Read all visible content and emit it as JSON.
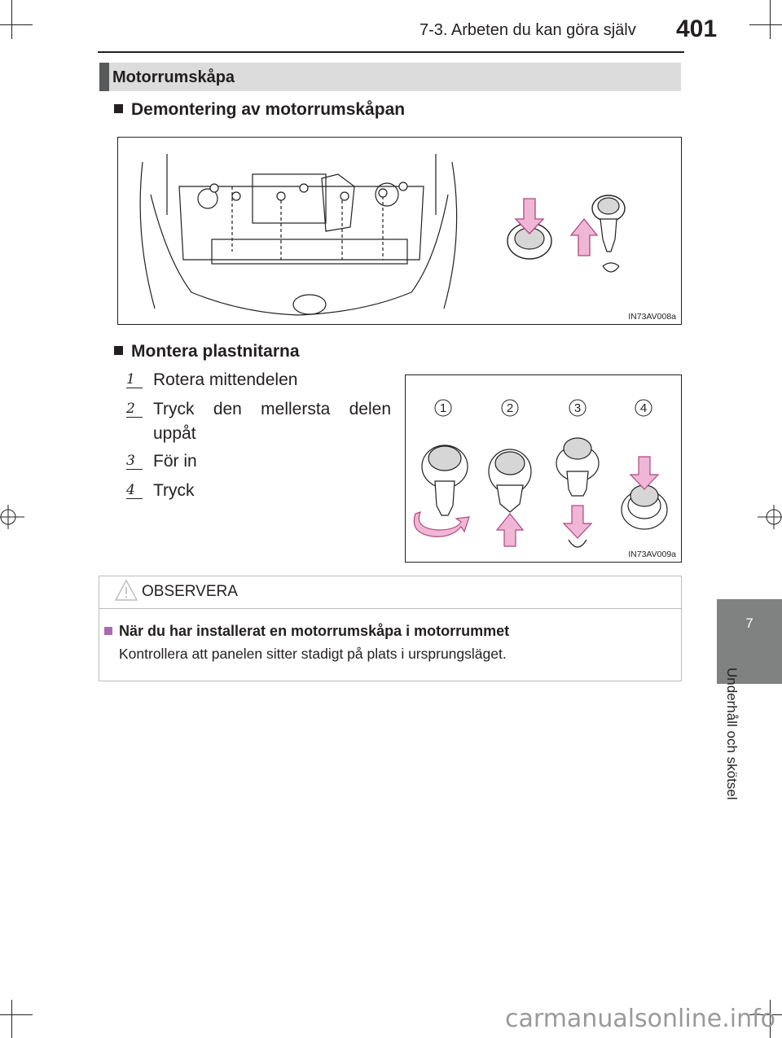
{
  "header": {
    "section": "7-3. Arbeten du kan göra själv",
    "page_number": "401"
  },
  "side_tab": {
    "chapter": "7",
    "label": "Underhåll och skötsel"
  },
  "section_title": "Motorrumskåpa",
  "subsections": [
    {
      "title": "Demontering av motorrumskåpan",
      "figure_code": "IN73AV008a"
    },
    {
      "title": "Montera plastnitarna",
      "figure_code": "IN73AV009a"
    }
  ],
  "steps": [
    {
      "num": "1",
      "text": "Rotera mittendelen"
    },
    {
      "num": "2",
      "text": "Tryck den mellersta delen uppåt"
    },
    {
      "num": "3",
      "text": "För in"
    },
    {
      "num": "4",
      "text": "Tryck"
    }
  ],
  "figure2_labels": [
    "1",
    "2",
    "3",
    "4"
  ],
  "notice": {
    "title": "OBSERVERA",
    "heading": "När du har installerat en motorrumskåpa i motorrummet",
    "body": "Kontrollera att panelen sitter stadigt på plats i ursprungsläget."
  },
  "watermark": "carmanualsonline.info",
  "colors": {
    "arrow_fill": "#f0b6d6",
    "arrow_stroke": "#b0487f",
    "banner_bg": "#dcdcdc",
    "tab_bg": "#7f8280",
    "notice_accent": "#a76bb0"
  }
}
